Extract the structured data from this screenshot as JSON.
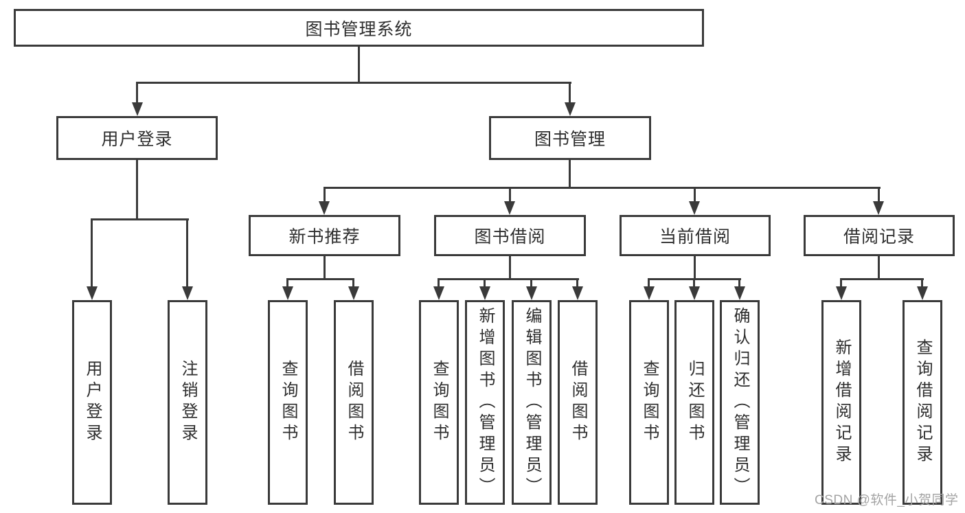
{
  "diagram": {
    "watermark": "CSDN @软件_小贺同学",
    "colors": {
      "line": "#3a3a3a",
      "border": "#3a3a3a",
      "text": "#2e2e2e",
      "background": "#ffffff",
      "watermark": "#a3a3a3"
    },
    "root": {
      "label": "图书管理系统"
    },
    "branches": [
      {
        "label": "用户登录",
        "children": [
          {
            "label": "用户登录"
          },
          {
            "label": "注销登录"
          }
        ]
      },
      {
        "label": "图书管理",
        "children": [
          {
            "label": "新书推荐",
            "children": [
              {
                "label": "查询图书"
              },
              {
                "label": "借阅图书"
              }
            ]
          },
          {
            "label": "图书借阅",
            "children": [
              {
                "label": "查询图书"
              },
              {
                "label": "新增图书（管理员）"
              },
              {
                "label": "编辑图书（管理员）"
              },
              {
                "label": "借阅图书"
              }
            ]
          },
          {
            "label": "当前借阅",
            "children": [
              {
                "label": "查询图书"
              },
              {
                "label": "归还图书"
              },
              {
                "label": "确认归还（管理员）"
              }
            ]
          },
          {
            "label": "借阅记录",
            "children": [
              {
                "label": "新增借阅记录"
              },
              {
                "label": "查询借阅记录"
              }
            ]
          }
        ]
      }
    ]
  }
}
